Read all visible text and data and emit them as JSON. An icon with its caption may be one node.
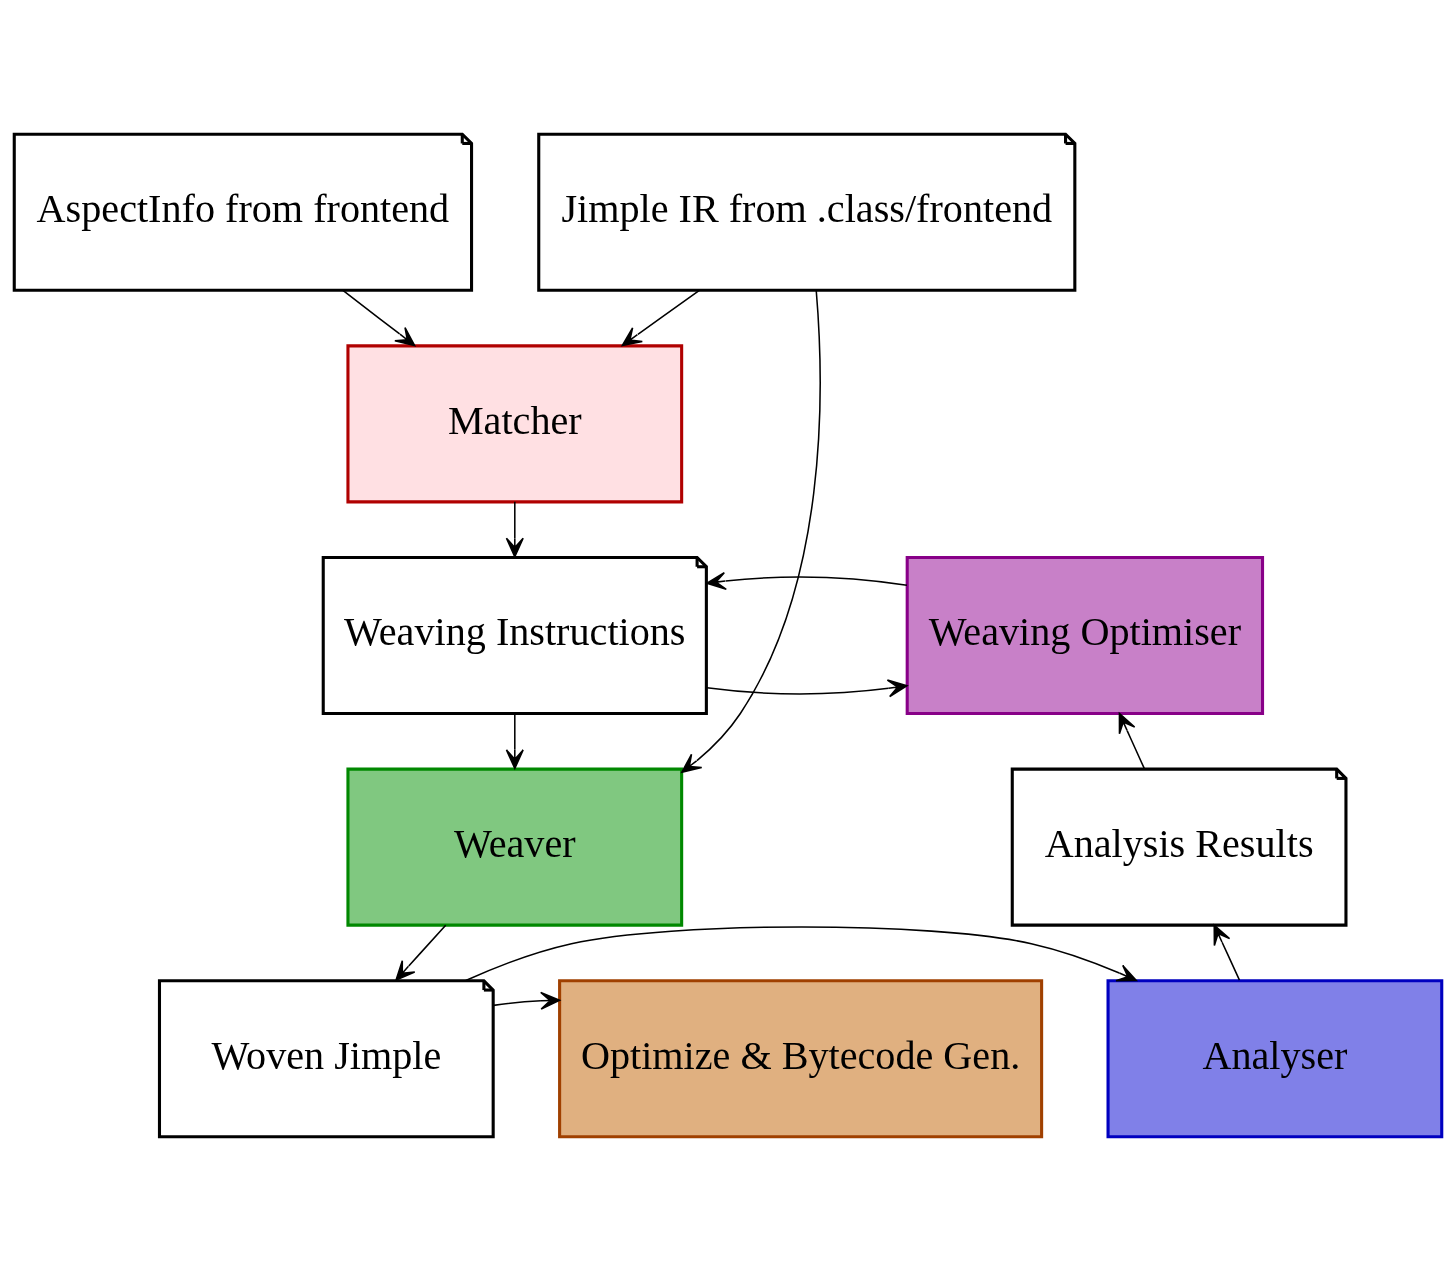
{
  "diagram": {
    "nodes": [
      {
        "text": [
          "Jimple IR from .class/frontend"
        ]
      },
      {
        "text": [
          "AspectInfo from frontend"
        ]
      },
      {
        "text": [
          "Matcher"
        ]
      },
      {
        "text": [
          "Weaving Instructions"
        ]
      },
      {
        "text": [
          "Weaving Optimiser"
        ]
      },
      {
        "text": [
          "Weaver"
        ]
      },
      {
        "text": [
          "Analysis Results"
        ]
      },
      {
        "text": [
          "Optimize & Bytecode Gen."
        ]
      },
      {
        "text": [
          "Woven Jimple"
        ]
      },
      {
        "text": [
          "Analyser"
        ]
      }
    ],
    "edges": [
      {
        "from": 1,
        "to": 2,
        "arrow": "to"
      },
      {
        "from": 0,
        "to": 2,
        "arrow": "to"
      },
      {
        "from": 2,
        "to": 3,
        "arrow": "to"
      },
      {
        "from": 3,
        "to": 4,
        "arrow": "to"
      },
      {
        "from": 4,
        "to": 3,
        "arrow": "to"
      },
      {
        "from": 3,
        "to": 5,
        "arrow": "to"
      },
      {
        "from": 0,
        "to": 5,
        "arrow": "to"
      },
      {
        "from": 5,
        "to": 8,
        "arrow": "to"
      },
      {
        "from": 8,
        "to": 7,
        "arrow": "to"
      },
      {
        "from": 8,
        "to": 9,
        "arrow": "to"
      },
      {
        "from": 9,
        "to": 6,
        "arrow": "to"
      },
      {
        "from": 6,
        "to": 4,
        "arrow": "to"
      }
    ]
  }
}
